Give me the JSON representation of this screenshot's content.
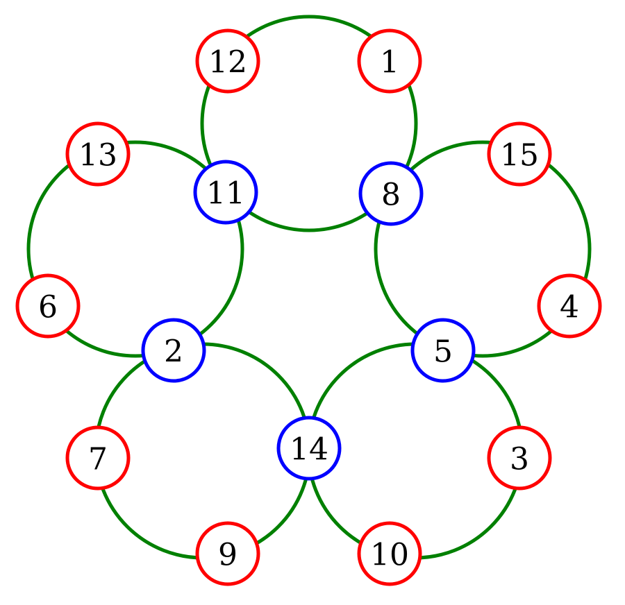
{
  "colors": {
    "ring": "#008000",
    "outer_node": "#ff0000",
    "shared_node": "#0000ff",
    "text": "#000000"
  },
  "rings": [
    {
      "id": "top",
      "nodes": [
        "12",
        "1",
        "8",
        "11"
      ]
    },
    {
      "id": "left",
      "nodes": [
        "13",
        "11",
        "2",
        "6"
      ]
    },
    {
      "id": "right",
      "nodes": [
        "15",
        "4",
        "5",
        "8"
      ]
    },
    {
      "id": "bottom-left",
      "nodes": [
        "2",
        "14",
        "9",
        "7"
      ]
    },
    {
      "id": "bottom-right",
      "nodes": [
        "5",
        "3",
        "10",
        "14"
      ]
    }
  ],
  "nodes": [
    {
      "label": "12",
      "type": "outer"
    },
    {
      "label": "1",
      "type": "outer"
    },
    {
      "label": "13",
      "type": "outer"
    },
    {
      "label": "11",
      "type": "shared"
    },
    {
      "label": "8",
      "type": "shared"
    },
    {
      "label": "15",
      "type": "outer"
    },
    {
      "label": "6",
      "type": "outer"
    },
    {
      "label": "4",
      "type": "outer"
    },
    {
      "label": "2",
      "type": "shared"
    },
    {
      "label": "5",
      "type": "shared"
    },
    {
      "label": "7",
      "type": "outer"
    },
    {
      "label": "14",
      "type": "shared"
    },
    {
      "label": "3",
      "type": "outer"
    },
    {
      "label": "9",
      "type": "outer"
    },
    {
      "label": "10",
      "type": "outer"
    }
  ]
}
